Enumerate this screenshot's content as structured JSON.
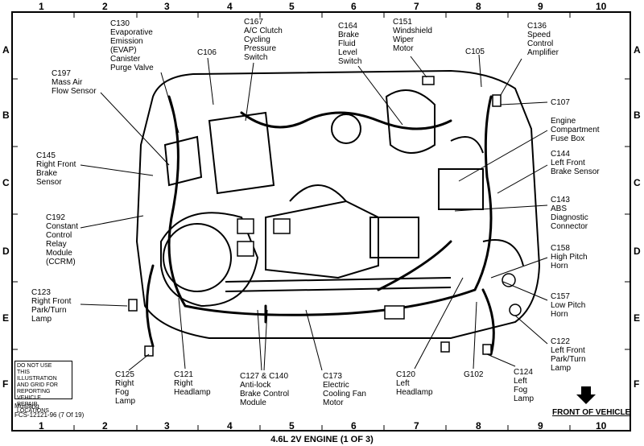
{
  "grid": {
    "columns": [
      "1",
      "2",
      "3",
      "4",
      "5",
      "6",
      "7",
      "8",
      "9",
      "10"
    ],
    "rows": [
      "A",
      "B",
      "C",
      "D",
      "E",
      "F"
    ]
  },
  "labels": [
    {
      "id": "c130",
      "text": "C130\nEvaporative\nEmission\n(EVAP)\nCanister\nPurge Valve"
    },
    {
      "id": "c167",
      "text": "C167\nA/C Clutch\nCycling\nPressure\nSwitch"
    },
    {
      "id": "c106",
      "text": "C106"
    },
    {
      "id": "c164",
      "text": "C164\nBrake\nFluid\nLevel\nSwitch"
    },
    {
      "id": "c151",
      "text": "C151\nWindshield\nWiper\nMotor"
    },
    {
      "id": "c105",
      "text": "C105"
    },
    {
      "id": "c136",
      "text": "C136\nSpeed\nControl\nAmplifier"
    },
    {
      "id": "c197",
      "text": "C197\nMass Air\nFlow Sensor"
    },
    {
      "id": "c107",
      "text": "C107"
    },
    {
      "id": "ecfb",
      "text": "Engine\nCompartment\nFuse Box"
    },
    {
      "id": "c145",
      "text": "C145\nRight Front\nBrake\nSensor"
    },
    {
      "id": "c144",
      "text": "C144\nLeft Front\nBrake Sensor"
    },
    {
      "id": "c143",
      "text": "C143\nABS\nDiagnostic\nConnector"
    },
    {
      "id": "c192",
      "text": "C192\nConstant\nControl\nRelay\nModule\n(CCRM)"
    },
    {
      "id": "c158",
      "text": "C158\nHigh Pitch\nHorn"
    },
    {
      "id": "c123",
      "text": "C123\nRight Front\nPark/Turn\nLamp"
    },
    {
      "id": "c157",
      "text": "C157\nLow Pitch\nHorn"
    },
    {
      "id": "c122",
      "text": "C122\nLeft Front\nPark/Turn\nLamp"
    },
    {
      "id": "c125",
      "text": "C125\nRight\nFog\nLamp"
    },
    {
      "id": "c121",
      "text": "C121\nRight\nHeadlamp"
    },
    {
      "id": "c127",
      "text": "C127 & C140\nAnti-lock\nBrake Control\nModule"
    },
    {
      "id": "c173",
      "text": "C173\nElectric\nCooling Fan\nMotor"
    },
    {
      "id": "c120",
      "text": "C120\nLeft\nHeadlamp"
    },
    {
      "id": "g102",
      "text": "G102"
    },
    {
      "id": "c124",
      "text": "C124\nLeft\nFog\nLamp"
    }
  ],
  "notice": "DO NOT USE\nTHIS ILLUSTRATION\nAND GRID FOR\nREPORTING VEHICLE\nREPAIR LOCATIONS",
  "footer_model": "Mustang",
  "footer_code": "FCS-12121-96 (7 Of 19)",
  "front_of_vehicle": "FRONT OF VEHICLE",
  "title": "4.6L 2V ENGINE (1 OF 3)"
}
